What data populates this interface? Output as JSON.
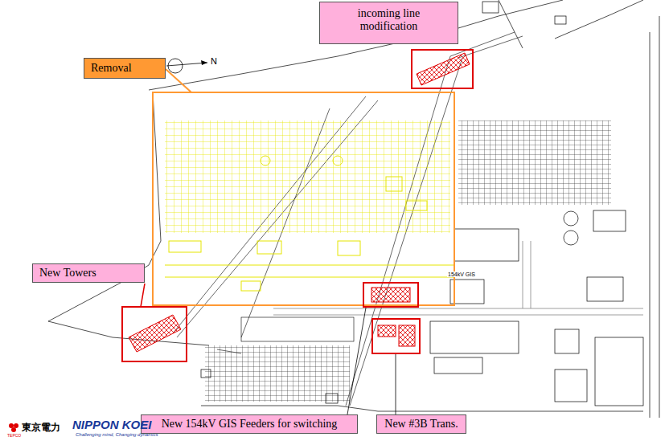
{
  "diagram": {
    "nodes": [
      {
        "text": [
          "Removal"
        ]
      },
      {
        "text": [
          "incoming line modification"
        ]
      },
      {
        "text": [
          "New Towers"
        ]
      },
      {
        "text": [
          "New 154kV GIS Feeders for switching"
        ]
      },
      {
        "text": [
          "New #3B Trans."
        ]
      }
    ],
    "labels": [
      "N",
      "154kV GIS",
      "東京電力",
      "NIPPON KOEI",
      "Challenging mind, Changing dynamics",
      "TEPCO"
    ]
  }
}
